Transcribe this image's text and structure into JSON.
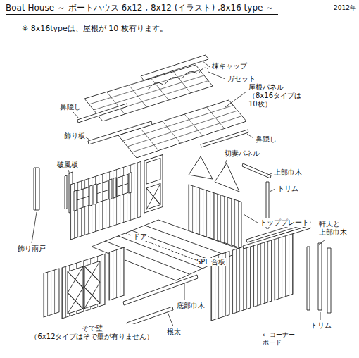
{
  "diagram": {
    "title": "Boat House  ～ ボートハウス 6x12 , 8x12 (イラスト) ,8x16 type ～",
    "labels": [
      "2012年",
      "※ 8x16typeは、屋根が 10 枚有ります。",
      "棟キャップ",
      "ガセット",
      "鼻隠し",
      "屋根パネル （8x16タイプは 10枚）",
      "飾り板",
      "鼻隠し",
      "破風板",
      "切妻パネル",
      "上部巾木",
      "トリム",
      "飾り雨戸",
      "ドア",
      "トッププレート",
      "SPF 合板",
      "軒天と 上部巾木",
      "底部巾木",
      "根太",
      "そで壁 （6x12タイプはそで壁が有りません）",
      "← コーナー ボード",
      "トリム"
    ]
  }
}
